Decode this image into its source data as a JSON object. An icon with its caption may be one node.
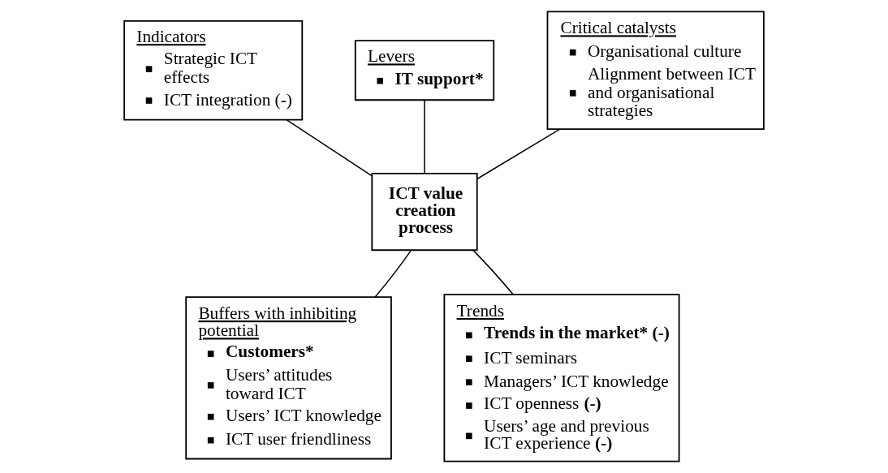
{
  "diagram": {
    "nodes": [
      {
        "text": [
          "Levers",
          "**IT support***"
        ]
      },
      {
        "text": [
          "Critical catalysts",
          "Organisational culture",
          "Alignment between ICT and organisational strategies"
        ]
      },
      {
        "text": [
          "Indicators",
          "Strategic ICT effects",
          "ICT integration (-)"
        ]
      },
      {
        "text": [
          "ICT value creation process"
        ]
      },
      {
        "text": [
          "Trends",
          "**Trends in the market* (-)**",
          "ICT seminars",
          "Managers’ ICT knowledge",
          "ICT openness **(-)**",
          "Users’ age and previous ICT experience **(-)**"
        ]
      },
      {
        "text": [
          "Buffers with inhibiting potential",
          "**Customers***",
          "Users’ attitudes toward ICT",
          "Users’ ICT knowledge",
          "ICT user friendliness"
        ]
      }
    ],
    "edges": [
      {
        "from": 0,
        "to": 3,
        "arrow": "none"
      },
      {
        "from": 1,
        "to": 3,
        "arrow": "none"
      },
      {
        "from": 2,
        "to": 3,
        "arrow": "none"
      },
      {
        "from": 4,
        "to": 3,
        "arrow": "none"
      },
      {
        "from": 5,
        "to": 3,
        "arrow": "none"
      }
    ]
  }
}
